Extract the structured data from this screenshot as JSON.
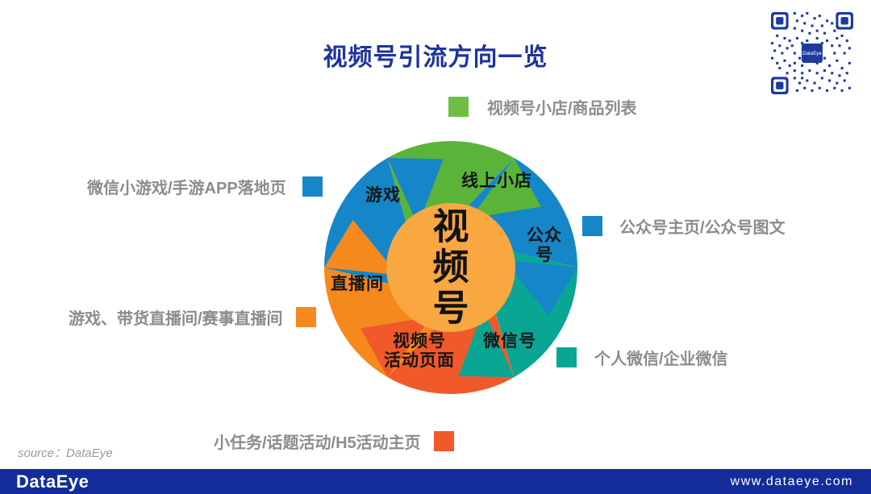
{
  "title": "视频号引流方向一览",
  "qr": {
    "chip_label": "DataEye"
  },
  "wheel": {
    "center_label": "视\n频\n号",
    "center_color": "#F9A740",
    "segments": [
      {
        "label": "线上小店",
        "color": "#5BB43A"
      },
      {
        "label": "公众号",
        "color": "#1586C8"
      },
      {
        "label": "微信号",
        "color": "#0AA694"
      },
      {
        "label": "视频号\n活动页面",
        "color": "#F0592A"
      },
      {
        "label": "直播间",
        "color": "#F6891E"
      },
      {
        "label": "游戏",
        "color": "#1586C8"
      }
    ]
  },
  "legend": [
    {
      "position": "top",
      "label": "视频号小店/商品列表",
      "color": "#6CBE45"
    },
    {
      "position": "left-upper",
      "label": "微信小游戏/手游APP落地页",
      "color": "#1586C8"
    },
    {
      "position": "right-upper",
      "label": "公众号主页/公众号图文",
      "color": "#1586C8"
    },
    {
      "position": "left-lower",
      "label": "游戏、带货直播间/赛事直播间",
      "color": "#F6891E"
    },
    {
      "position": "right-lower",
      "label": "个人微信/企业微信",
      "color": "#0AA694"
    },
    {
      "position": "bottom",
      "label": "小任务/话题活动/H5活动主页",
      "color": "#F0592A"
    }
  ],
  "source": "source：DataEye",
  "footer": {
    "logo": "DataEye",
    "url": "www.dataeye.com"
  },
  "colors": {
    "title": "#1E339E",
    "footer_bar": "#132C9B",
    "legend_text": "#8C8C8C",
    "qr": "#1E3A9F",
    "label_text": "#161616"
  }
}
